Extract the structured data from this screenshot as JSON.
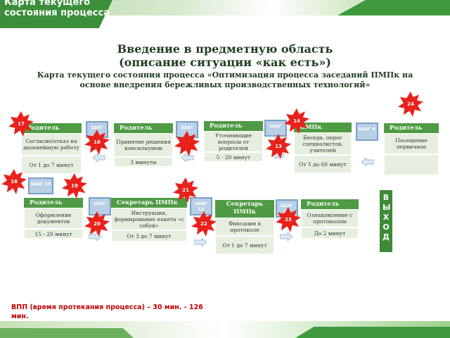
{
  "header": {
    "title": "Карта текущего состояния процесса"
  },
  "heading": {
    "line1": "Введение в предметную область",
    "line2": "(описание ситуации «как есть»)",
    "subtitle": "Карта текущего состояния процесса «Оптимизация процесса заседаний ПМПк на основе внедрения бережливых производственных технологий»"
  },
  "cards": [
    {
      "head": "Родитель",
      "cell1": "Согласие/отказ на дальнейшую работу",
      "time": "От 1 до 7 минут"
    },
    {
      "head": "Родитель",
      "cell1": "Принятие решения консилиумом",
      "time": "3 минуты"
    },
    {
      "head": "Родитель",
      "cell1": "Уточняющие вопросы от родителей",
      "time": "5 - 20 минут"
    },
    {
      "head": "ПМПк",
      "cell1": "Беседа, опрос специалистов, учителей",
      "time": "От 5 до 60 минут"
    },
    {
      "head": "Родитель",
      "cell1": "Посещение первичное",
      "time": ""
    },
    {
      "head": "Родитель",
      "cell1": "Оформление документов",
      "time": "15 - 20 минут"
    },
    {
      "head": "Секретарь ПМПк",
      "cell1": "Инструкция, формирование пакета «с собой»",
      "time": "От 3 до 7 минут"
    },
    {
      "head": "Секретарь ПМПк",
      "cell1": "Фиксация в протоколе",
      "time": "От 1 до 7 минут"
    },
    {
      "head": "Родитель",
      "cell1": "Ознакомление с протоколом",
      "time": "До 2 минут"
    }
  ],
  "steps": [
    "ШАГ",
    "ШАГ",
    "ШАГ",
    "ШАГ 6",
    "ШАГ 10",
    "ШАГ",
    "ШАГ 12",
    "ШАГ 13"
  ],
  "bursts": [
    "24",
    "17",
    "16",
    "14",
    "13",
    "18",
    "19",
    "21",
    "20",
    "22",
    "23"
  ],
  "exit_label": "ВЫХОД",
  "footer": {
    "vpp": "ВПП (время протекания процесса) – 30 мин. - 126 мин."
  },
  "colors": {
    "header_green": "#4e9b43",
    "cell_bg": "#e6efdf",
    "burst_red": "#e8221b",
    "step_blue": "#b8cfe6"
  }
}
